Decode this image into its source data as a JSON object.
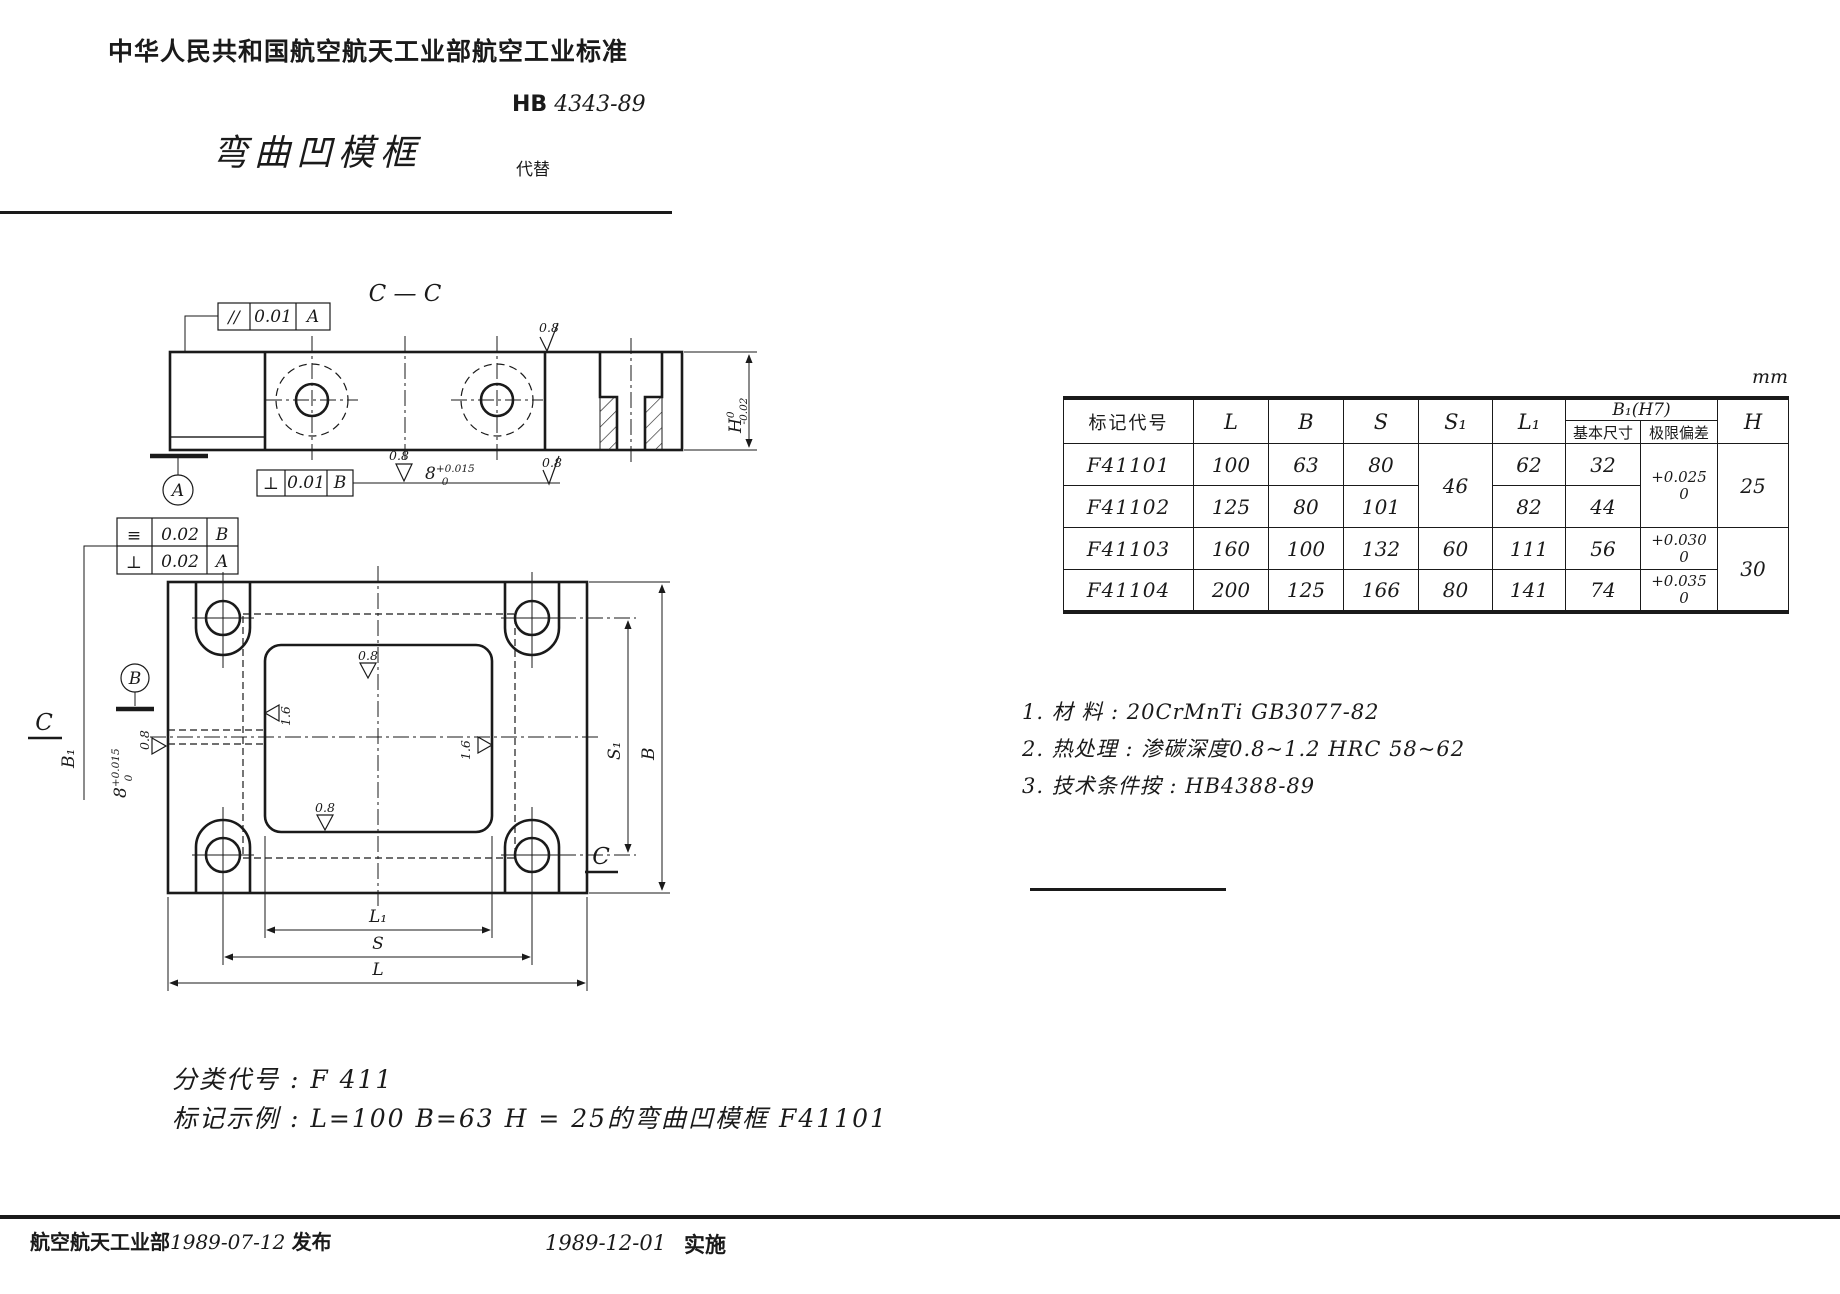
{
  "page": {
    "header_title": "中华人民共和国航空航天工业部航空工业标准",
    "standard_prefix": "HB",
    "standard_number": "4343-89",
    "doc_title": "弯曲凹模框",
    "replaces_label": "代替",
    "unit_label": "mm"
  },
  "drawing": {
    "section_title": "C — C",
    "fcf1": {
      "sym": "//",
      "tol": "0.01",
      "datum": "A"
    },
    "fcf2": {
      "sym": "⊥",
      "tol": "0.01",
      "datum": "B"
    },
    "fcf3a": {
      "sym": "≡",
      "tol": "0.02",
      "datum": "B"
    },
    "fcf3b": {
      "sym": "⊥",
      "tol": "0.02",
      "datum": "A"
    },
    "datumA": "A",
    "datumB": "B",
    "r08": "0.8",
    "r16": "1.6",
    "slot_dim": "8",
    "slot_tol_up": "+0.015",
    "slot_tol_lo": "0",
    "h_dim": "H",
    "h_tol_up": "0",
    "h_tol_lo": "-0.02",
    "b1_label": "B₁",
    "s1_label": "S₁",
    "b_label": "B",
    "l1_label": "L₁",
    "s_label": "S",
    "l_label": "L",
    "c_label": "C"
  },
  "table": {
    "headers": {
      "code": "标记代号",
      "L": "L",
      "B": "B",
      "S": "S",
      "S1": "S₁",
      "L1": "L₁",
      "B1": "B₁(H7)",
      "basic": "基本尺寸",
      "dev": "极限偏差",
      "H": "H"
    },
    "rows": [
      {
        "code": "F41101",
        "L": "100",
        "B": "63",
        "S": "80",
        "L1": "62",
        "B1": "32"
      },
      {
        "code": "F41102",
        "L": "125",
        "B": "80",
        "S": "101",
        "L1": "82",
        "B1": "44"
      },
      {
        "code": "F41103",
        "L": "160",
        "B": "100",
        "S": "132",
        "S1": "60",
        "L1": "111",
        "B1": "56",
        "devU": "+0.030",
        "devL": "0"
      },
      {
        "code": "F41104",
        "L": "200",
        "B": "125",
        "S": "166",
        "S1": "80",
        "L1": "141",
        "B1": "74",
        "devU": "+0.035",
        "devL": "0"
      }
    ],
    "merged": {
      "S1_12": "46",
      "dev12U": "+0.025",
      "dev12L": "0",
      "H12": "25",
      "H34": "30"
    }
  },
  "notes": {
    "n1": "1. 材  料 : 20CrMnTi   GB3077-82",
    "n2": "2. 热处理 : 渗碳深度0.8~1.2    HRC 58~62",
    "n3": "3. 技术条件按 : HB4388-89"
  },
  "classification": {
    "line1": "分类代号 : F 411",
    "line2": "标记示例 : L=100   B=63   H = 25的弯曲凹模框  F41101"
  },
  "footer": {
    "issuer": "航空航天工业部",
    "issue_date": "1989-07-12",
    "issue_label": "发布",
    "impl_date": "1989-12-01",
    "impl_label": "实施"
  }
}
